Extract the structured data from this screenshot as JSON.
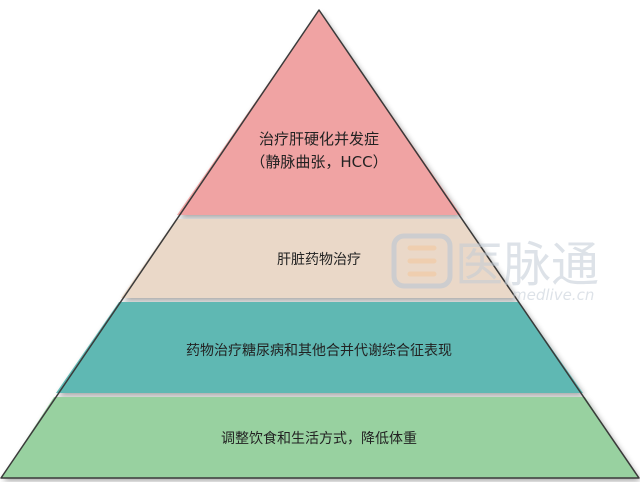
{
  "pyramid": {
    "tiers": [
      {
        "lines": [
          "治疗肝硬化并发症",
          "（静脉曲张，HCC）"
        ],
        "fill": "#f0a3a3"
      },
      {
        "lines": [
          "肝脏药物治疗"
        ],
        "fill": "#ead8c8"
      },
      {
        "lines": [
          "药物治疗糖尿病和其他合并代谢综合征表现"
        ],
        "fill": "#5fb8b3"
      },
      {
        "lines": [
          "调整饮食和生活方式，降低体重"
        ],
        "fill": "#98d1a0"
      }
    ],
    "separator_color": "#ffffff",
    "outline_color": "#3a3a3a"
  },
  "watermark": {
    "brand": "医脉通",
    "url": "medlive.cn",
    "icon": "medlive-logo-icon"
  }
}
